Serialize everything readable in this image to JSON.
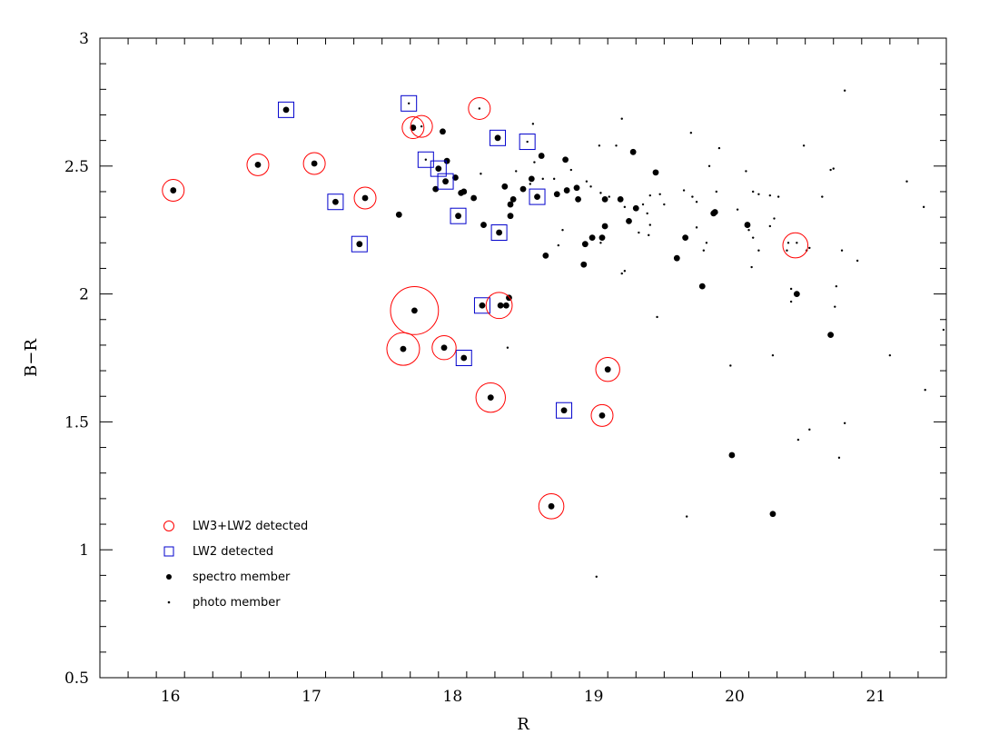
{
  "chart_data": {
    "type": "scatter",
    "xlabel": "R",
    "ylabel": "B−R",
    "xlim": [
      15.5,
      21.5
    ],
    "ylim": [
      0.5,
      3.0
    ],
    "x_ticks": [
      "16",
      "17",
      "18",
      "19",
      "20",
      "21"
    ],
    "y_ticks": [
      "0.5",
      "1",
      "1.5",
      "2",
      "2.5",
      "3"
    ],
    "legend_position": "bottom-left",
    "grid": false,
    "colors": {
      "lw3_lw2": "#ff0000",
      "lw2": "#0000cc",
      "members": "#000000"
    },
    "legend": [
      {
        "label": "LW3+LW2 detected",
        "marker": "open-circle"
      },
      {
        "label": "LW2 detected",
        "marker": "open-square"
      },
      {
        "label": "spectro member",
        "marker": "filled-circle"
      },
      {
        "label": "photo member",
        "marker": "dot"
      }
    ],
    "series": [
      {
        "name": "LW3+LW2 detected",
        "points": [
          {
            "x": 16.02,
            "y": 2.405,
            "size": 1.0
          },
          {
            "x": 16.62,
            "y": 2.505,
            "size": 1.0
          },
          {
            "x": 17.02,
            "y": 2.51,
            "size": 1.0
          },
          {
            "x": 17.38,
            "y": 2.375,
            "size": 1.0
          },
          {
            "x": 18.19,
            "y": 2.725,
            "size": 1.0
          },
          {
            "x": 17.72,
            "y": 2.65,
            "size": 1.0
          },
          {
            "x": 17.78,
            "y": 2.655,
            "size": 1.0
          },
          {
            "x": 17.73,
            "y": 1.935,
            "size": 2.2
          },
          {
            "x": 17.65,
            "y": 1.785,
            "size": 1.5
          },
          {
            "x": 17.94,
            "y": 1.79,
            "size": 1.1
          },
          {
            "x": 18.27,
            "y": 1.595,
            "size": 1.35
          },
          {
            "x": 18.33,
            "y": 1.955,
            "size": 1.2
          },
          {
            "x": 19.1,
            "y": 1.705,
            "size": 1.1
          },
          {
            "x": 19.06,
            "y": 1.525,
            "size": 1.0
          },
          {
            "x": 18.7,
            "y": 1.17,
            "size": 1.15
          },
          {
            "x": 20.43,
            "y": 2.19,
            "size": 1.15
          }
        ]
      },
      {
        "name": "LW2 detected",
        "points": [
          {
            "x": 16.82,
            "y": 2.72
          },
          {
            "x": 17.69,
            "y": 2.745
          },
          {
            "x": 17.17,
            "y": 2.36
          },
          {
            "x": 17.34,
            "y": 2.195
          },
          {
            "x": 17.81,
            "y": 2.525
          },
          {
            "x": 17.9,
            "y": 2.49
          },
          {
            "x": 17.95,
            "y": 2.44
          },
          {
            "x": 18.04,
            "y": 2.305
          },
          {
            "x": 18.32,
            "y": 2.61
          },
          {
            "x": 18.53,
            "y": 2.595
          },
          {
            "x": 18.6,
            "y": 2.38
          },
          {
            "x": 18.33,
            "y": 2.24
          },
          {
            "x": 18.21,
            "y": 1.955
          },
          {
            "x": 18.08,
            "y": 1.75
          },
          {
            "x": 18.79,
            "y": 1.545
          }
        ]
      },
      {
        "name": "spectro member",
        "points": [
          {
            "x": 16.02,
            "y": 2.405
          },
          {
            "x": 16.62,
            "y": 2.505
          },
          {
            "x": 16.82,
            "y": 2.72
          },
          {
            "x": 17.02,
            "y": 2.51
          },
          {
            "x": 17.17,
            "y": 2.36
          },
          {
            "x": 17.34,
            "y": 2.195
          },
          {
            "x": 17.38,
            "y": 2.375
          },
          {
            "x": 17.62,
            "y": 2.31
          },
          {
            "x": 17.72,
            "y": 2.65
          },
          {
            "x": 17.93,
            "y": 2.635
          },
          {
            "x": 17.96,
            "y": 2.52
          },
          {
            "x": 17.9,
            "y": 2.49
          },
          {
            "x": 18.02,
            "y": 2.455
          },
          {
            "x": 17.95,
            "y": 2.44
          },
          {
            "x": 17.88,
            "y": 2.41
          },
          {
            "x": 18.08,
            "y": 2.4
          },
          {
            "x": 18.06,
            "y": 2.395
          },
          {
            "x": 18.15,
            "y": 2.375
          },
          {
            "x": 18.04,
            "y": 2.305
          },
          {
            "x": 18.22,
            "y": 2.27
          },
          {
            "x": 18.32,
            "y": 2.61
          },
          {
            "x": 18.37,
            "y": 2.42
          },
          {
            "x": 18.43,
            "y": 2.37
          },
          {
            "x": 18.41,
            "y": 2.35
          },
          {
            "x": 18.41,
            "y": 2.305
          },
          {
            "x": 18.33,
            "y": 2.24
          },
          {
            "x": 18.5,
            "y": 2.41
          },
          {
            "x": 18.56,
            "y": 2.45
          },
          {
            "x": 18.63,
            "y": 2.54
          },
          {
            "x": 18.6,
            "y": 2.38
          },
          {
            "x": 18.74,
            "y": 2.39
          },
          {
            "x": 18.8,
            "y": 2.525
          },
          {
            "x": 18.81,
            "y": 2.405
          },
          {
            "x": 18.88,
            "y": 2.415
          },
          {
            "x": 18.89,
            "y": 2.37
          },
          {
            "x": 18.66,
            "y": 2.15
          },
          {
            "x": 18.93,
            "y": 2.115
          },
          {
            "x": 18.94,
            "y": 2.195
          },
          {
            "x": 18.99,
            "y": 2.22
          },
          {
            "x": 19.06,
            "y": 2.22
          },
          {
            "x": 19.08,
            "y": 2.37
          },
          {
            "x": 19.08,
            "y": 2.265
          },
          {
            "x": 19.19,
            "y": 2.37
          },
          {
            "x": 19.25,
            "y": 2.285
          },
          {
            "x": 19.28,
            "y": 2.555
          },
          {
            "x": 19.3,
            "y": 2.335
          },
          {
            "x": 19.44,
            "y": 2.475
          },
          {
            "x": 19.59,
            "y": 2.14
          },
          {
            "x": 19.65,
            "y": 2.22
          },
          {
            "x": 19.77,
            "y": 2.03
          },
          {
            "x": 19.86,
            "y": 2.32
          },
          {
            "x": 19.85,
            "y": 2.315
          },
          {
            "x": 20.09,
            "y": 2.27
          },
          {
            "x": 20.44,
            "y": 2.0
          },
          {
            "x": 20.68,
            "y": 1.84
          },
          {
            "x": 17.73,
            "y": 1.935
          },
          {
            "x": 17.65,
            "y": 1.785
          },
          {
            "x": 17.94,
            "y": 1.79
          },
          {
            "x": 18.21,
            "y": 1.955
          },
          {
            "x": 18.34,
            "y": 1.955
          },
          {
            "x": 18.38,
            "y": 1.955
          },
          {
            "x": 18.4,
            "y": 1.985
          },
          {
            "x": 18.08,
            "y": 1.75
          },
          {
            "x": 18.27,
            "y": 1.595
          },
          {
            "x": 18.79,
            "y": 1.545
          },
          {
            "x": 19.1,
            "y": 1.705
          },
          {
            "x": 19.06,
            "y": 1.525
          },
          {
            "x": 18.7,
            "y": 1.17
          },
          {
            "x": 19.98,
            "y": 1.37
          },
          {
            "x": 20.27,
            "y": 1.14
          }
        ]
      },
      {
        "name": "photo member",
        "points": [
          {
            "x": 17.69,
            "y": 2.745
          },
          {
            "x": 18.19,
            "y": 2.725
          },
          {
            "x": 17.78,
            "y": 2.655
          },
          {
            "x": 17.81,
            "y": 2.525
          },
          {
            "x": 18.53,
            "y": 2.595
          },
          {
            "x": 18.57,
            "y": 2.665
          },
          {
            "x": 18.6,
            "y": 2.38
          },
          {
            "x": 19.2,
            "y": 2.685
          },
          {
            "x": 20.78,
            "y": 2.795
          },
          {
            "x": 19.69,
            "y": 2.63
          },
          {
            "x": 19.89,
            "y": 2.57
          },
          {
            "x": 19.04,
            "y": 2.58
          },
          {
            "x": 19.16,
            "y": 2.58
          },
          {
            "x": 18.58,
            "y": 2.515
          },
          {
            "x": 18.2,
            "y": 2.47
          },
          {
            "x": 18.45,
            "y": 2.48
          },
          {
            "x": 18.55,
            "y": 2.43
          },
          {
            "x": 18.64,
            "y": 2.45
          },
          {
            "x": 18.72,
            "y": 2.45
          },
          {
            "x": 18.84,
            "y": 2.485
          },
          {
            "x": 18.95,
            "y": 2.44
          },
          {
            "x": 18.98,
            "y": 2.42
          },
          {
            "x": 19.05,
            "y": 2.395
          },
          {
            "x": 19.11,
            "y": 2.38
          },
          {
            "x": 19.22,
            "y": 2.34
          },
          {
            "x": 19.35,
            "y": 2.35
          },
          {
            "x": 19.38,
            "y": 2.315
          },
          {
            "x": 19.4,
            "y": 2.385
          },
          {
            "x": 19.47,
            "y": 2.39
          },
          {
            "x": 19.5,
            "y": 2.35
          },
          {
            "x": 19.64,
            "y": 2.405
          },
          {
            "x": 19.7,
            "y": 2.38
          },
          {
            "x": 19.73,
            "y": 2.36
          },
          {
            "x": 19.82,
            "y": 2.5
          },
          {
            "x": 19.87,
            "y": 2.4
          },
          {
            "x": 20.02,
            "y": 2.33
          },
          {
            "x": 20.08,
            "y": 2.48
          },
          {
            "x": 20.13,
            "y": 2.4
          },
          {
            "x": 20.17,
            "y": 2.39
          },
          {
            "x": 20.25,
            "y": 2.385
          },
          {
            "x": 20.31,
            "y": 2.38
          },
          {
            "x": 20.25,
            "y": 2.265
          },
          {
            "x": 20.28,
            "y": 2.295
          },
          {
            "x": 20.1,
            "y": 2.25
          },
          {
            "x": 20.13,
            "y": 2.22
          },
          {
            "x": 20.37,
            "y": 2.17
          },
          {
            "x": 20.38,
            "y": 2.2
          },
          {
            "x": 20.44,
            "y": 2.2
          },
          {
            "x": 20.49,
            "y": 2.58
          },
          {
            "x": 20.68,
            "y": 2.485
          },
          {
            "x": 20.7,
            "y": 2.49
          },
          {
            "x": 20.62,
            "y": 2.38
          },
          {
            "x": 20.76,
            "y": 2.17
          },
          {
            "x": 20.87,
            "y": 2.13
          },
          {
            "x": 20.51,
            "y": 2.17
          },
          {
            "x": 20.53,
            "y": 2.18
          },
          {
            "x": 21.22,
            "y": 2.44
          },
          {
            "x": 21.34,
            "y": 2.34
          },
          {
            "x": 20.17,
            "y": 2.17
          },
          {
            "x": 20.12,
            "y": 2.105
          },
          {
            "x": 19.2,
            "y": 2.08
          },
          {
            "x": 19.22,
            "y": 2.09
          },
          {
            "x": 18.75,
            "y": 2.19
          },
          {
            "x": 18.78,
            "y": 2.25
          },
          {
            "x": 19.05,
            "y": 2.2
          },
          {
            "x": 19.32,
            "y": 2.24
          },
          {
            "x": 19.39,
            "y": 2.23
          },
          {
            "x": 19.4,
            "y": 2.27
          },
          {
            "x": 19.73,
            "y": 2.26
          },
          {
            "x": 19.8,
            "y": 2.2
          },
          {
            "x": 19.78,
            "y": 2.17
          },
          {
            "x": 20.4,
            "y": 2.02
          },
          {
            "x": 20.4,
            "y": 1.97
          },
          {
            "x": 19.45,
            "y": 1.91
          },
          {
            "x": 18.39,
            "y": 1.79
          },
          {
            "x": 20.71,
            "y": 1.95
          },
          {
            "x": 20.72,
            "y": 2.03
          },
          {
            "x": 19.97,
            "y": 1.72
          },
          {
            "x": 20.27,
            "y": 1.76
          },
          {
            "x": 21.1,
            "y": 1.76
          },
          {
            "x": 21.48,
            "y": 1.86
          },
          {
            "x": 21.35,
            "y": 1.625
          },
          {
            "x": 20.78,
            "y": 1.495
          },
          {
            "x": 20.53,
            "y": 1.47
          },
          {
            "x": 20.45,
            "y": 1.43
          },
          {
            "x": 20.74,
            "y": 1.36
          },
          {
            "x": 19.66,
            "y": 1.13
          },
          {
            "x": 19.02,
            "y": 0.895
          }
        ]
      }
    ]
  }
}
